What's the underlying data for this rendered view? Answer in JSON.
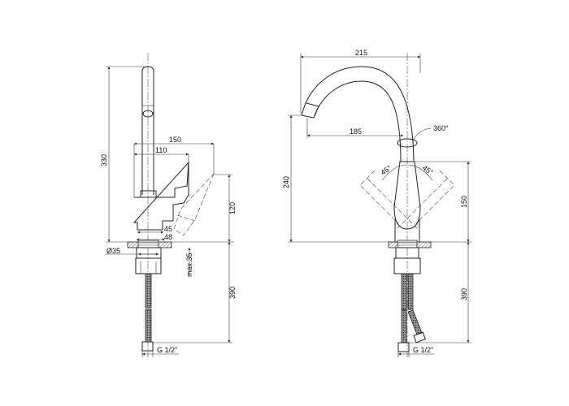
{
  "side_view": {
    "dim_height_total": "330",
    "dim_reach_150": "150",
    "dim_reach_110": "110",
    "dim_handle_height": "120",
    "dim_base_45": "45",
    "dim_base_48": "48",
    "dim_diameter": "Ø35",
    "dim_max_thickness": "max.35",
    "dim_hose_length": "390",
    "dim_thread": "G 1/2\""
  },
  "front_view": {
    "dim_width": "215",
    "dim_spout_reach": "185",
    "dim_rotation": "360°",
    "dim_handle_angle_left": "45°",
    "dim_handle_angle_right": "45°",
    "dim_spout_height": "240",
    "dim_body_height": "150",
    "dim_hose_length": "390",
    "dim_thread": "G 1/2\""
  }
}
